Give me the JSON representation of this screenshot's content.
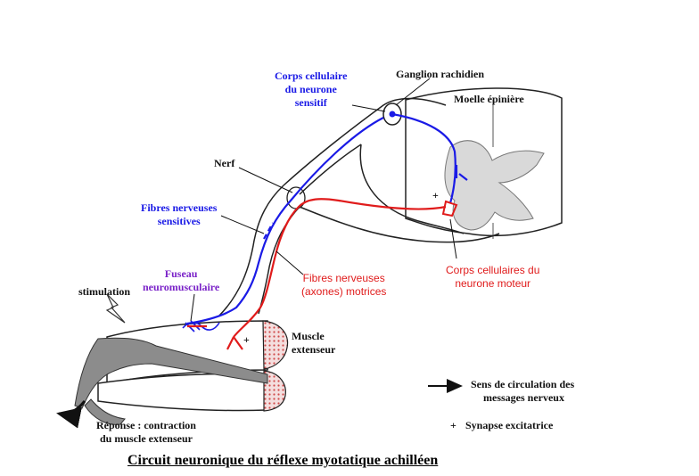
{
  "labels": {
    "corps_sensitif": [
      "Corps cellulaire",
      "du neurone",
      "sensitif"
    ],
    "ganglion": "Ganglion rachidien",
    "moelle": "Moelle épinière",
    "nerf": "Nerf",
    "fibres_sensitives": [
      "Fibres nerveuses",
      "sensitives"
    ],
    "fuseau": [
      "Fuseau",
      "neuromusculaire"
    ],
    "stimulation": "stimulation",
    "fibres_motrices": [
      "Fibres nerveuses",
      "(axones) motrices"
    ],
    "corps_moteur": [
      "Corps cellulaires du",
      "neurone moteur"
    ],
    "muscle": [
      "Muscle",
      "extenseur"
    ],
    "reponse": [
      "Réponse : contraction",
      "du muscle extenseur"
    ],
    "legend_sens": [
      "Sens de circulation des",
      "messages nerveux"
    ],
    "legend_synapse_symbol": "+",
    "legend_synapse": "Synapse excitatrice",
    "synapse_symbol": "+",
    "title": "Circuit neuronique  du réflexe myotatique  achilléen"
  },
  "colors": {
    "sensory": "#1a1ae6",
    "motor": "#e01b1b",
    "fuseau": "#7a22c8",
    "grey_matter": "#d9d9d9",
    "bone": "#8c8c8c",
    "outline": "#222222"
  }
}
